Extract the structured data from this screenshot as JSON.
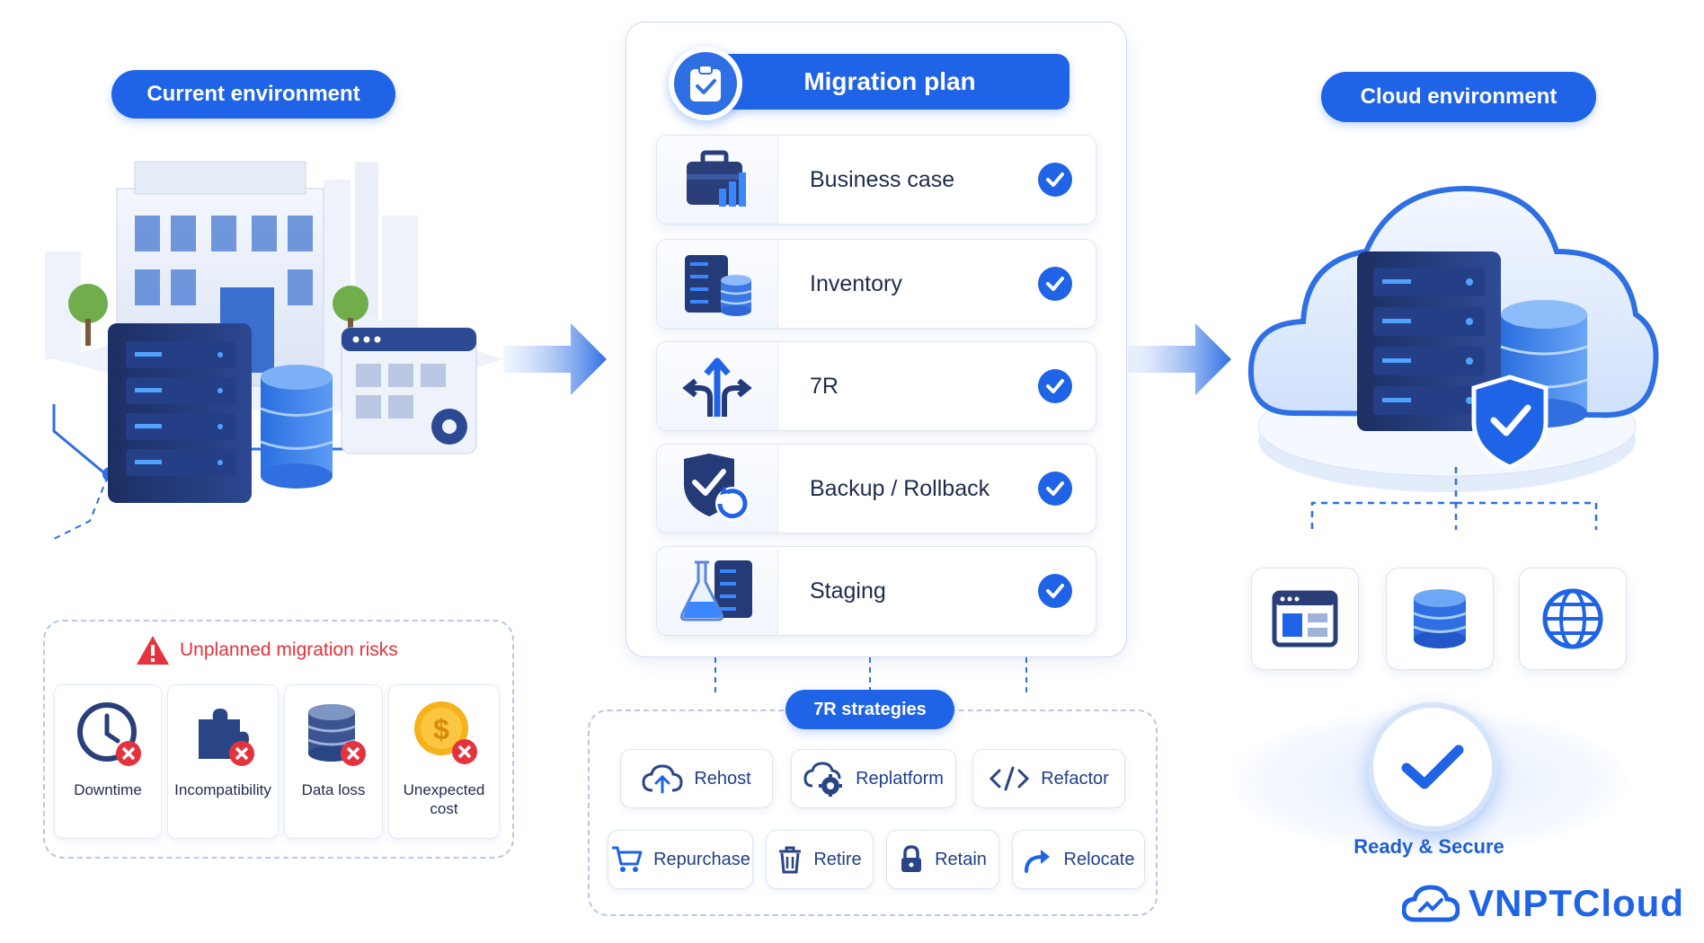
{
  "current_env": {
    "title": "Current environment"
  },
  "risks": {
    "title": "Unplanned migration risks",
    "items": [
      {
        "label": "Downtime",
        "icon": "clock-icon"
      },
      {
        "label": "Incompatibility",
        "icon": "puzzle-icon"
      },
      {
        "label": "Data loss",
        "icon": "database-icon"
      },
      {
        "label": "Unexpected\ncost",
        "icon": "dollar-coin-icon"
      }
    ]
  },
  "plan": {
    "title": "Migration plan",
    "steps": [
      {
        "label": "Business case",
        "icon": "briefcase-chart-icon"
      },
      {
        "label": "Inventory",
        "icon": "server-database-icon"
      },
      {
        "label": "7R",
        "icon": "branch-arrows-icon"
      },
      {
        "label": "Backup / Rollback",
        "icon": "shield-rollback-icon"
      },
      {
        "label": "Staging",
        "icon": "flask-server-icon"
      }
    ]
  },
  "strategies": {
    "title": "7R strategies",
    "items": [
      {
        "label": "Rehost",
        "icon": "cloud-upload-icon"
      },
      {
        "label": "Replatform",
        "icon": "cloud-gear-icon"
      },
      {
        "label": "Refactor",
        "icon": "code-icon"
      },
      {
        "label": "Repurchase",
        "icon": "cart-icon"
      },
      {
        "label": "Retire",
        "icon": "trash-icon"
      },
      {
        "label": "Retain",
        "icon": "lock-icon"
      },
      {
        "label": "Relocate",
        "icon": "redo-arrow-icon"
      }
    ]
  },
  "cloud_env": {
    "title": "Cloud environment",
    "status": "Ready & Secure"
  },
  "brand": {
    "name": "VNPTCloud"
  },
  "colors": {
    "primary": "#1f63e6",
    "danger": "#e5333d",
    "navy": "#1b2f6b"
  }
}
